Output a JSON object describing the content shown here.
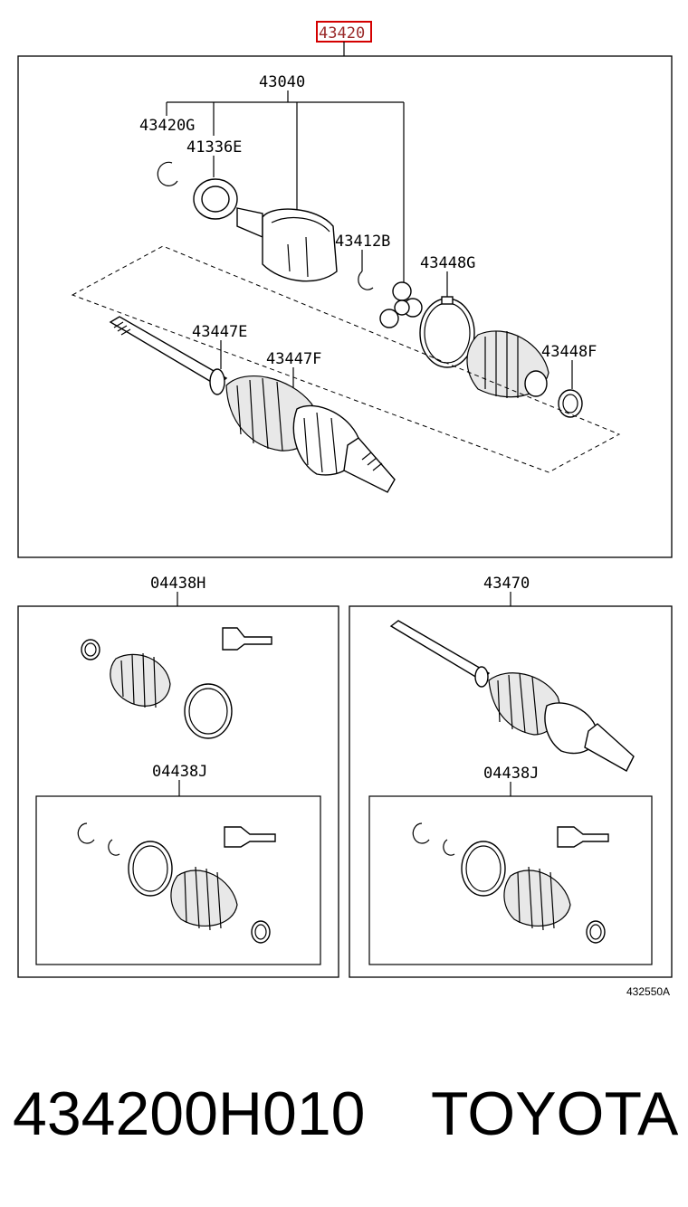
{
  "diagram": {
    "top_label": "43420",
    "main_box": {
      "labels": [
        "43040",
        "43420G",
        "41336E",
        "43412B",
        "43448G",
        "43447E",
        "43447F",
        "43448F"
      ]
    },
    "left_kit": {
      "label": "04438H",
      "inner_label": "04438J"
    },
    "right_kit": {
      "label": "43470",
      "inner_label": "04438J"
    },
    "figure_code": "432550A",
    "accent_color": "#d40000"
  },
  "caption": {
    "part_number": "434200H010",
    "brand": "TOYOTA"
  }
}
